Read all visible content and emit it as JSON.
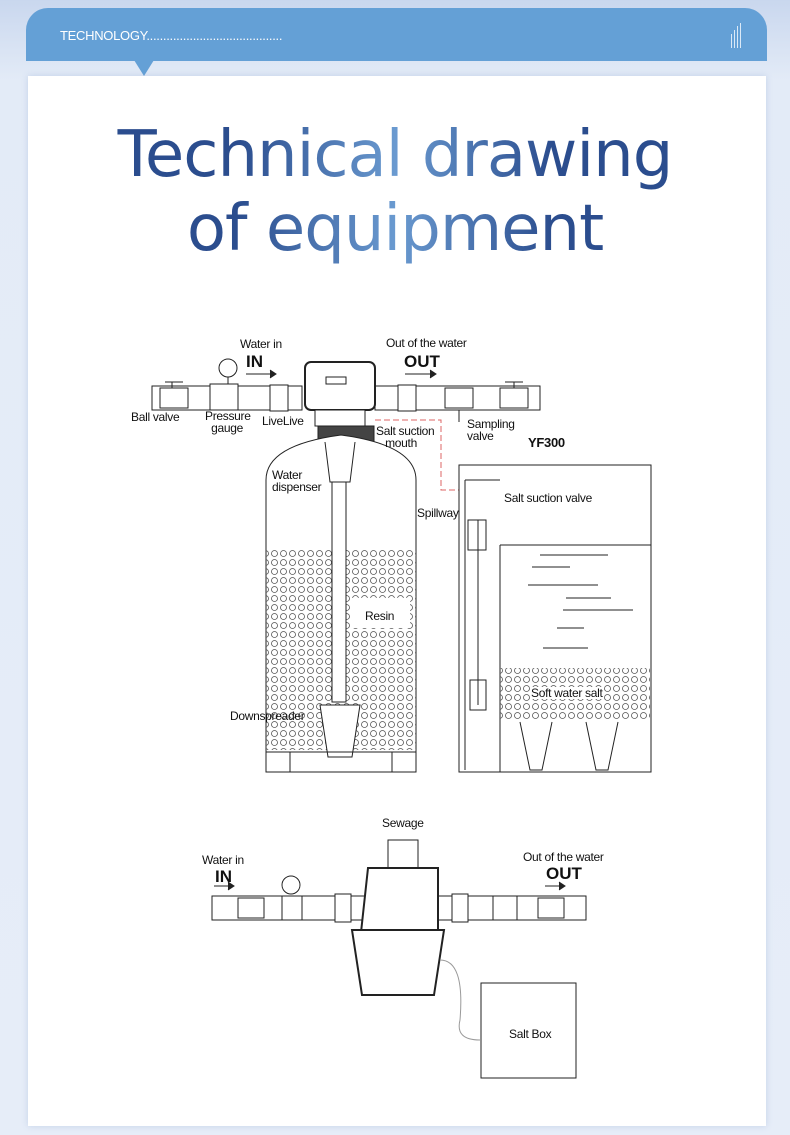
{
  "banner": {
    "label": "TECHNOLOGY",
    "dots": "........................................."
  },
  "title": {
    "line1": "Technical drawing",
    "line2": "of equipment"
  },
  "diagram1": {
    "water_in": "Water in",
    "in": "IN",
    "water_out": "Out of the water",
    "out": "OUT",
    "ball_valve": "Ball valve",
    "pressure_gauge_1": "Pressure",
    "pressure_gauge_2": "gauge",
    "live": "LiveLive",
    "salt_mouth_1": "Salt suction",
    "salt_mouth_2": "mouth",
    "sampling_1": "Sampling",
    "sampling_2": "valve",
    "model": "YF300",
    "water_dispenser_1": "Water",
    "water_dispenser_2": "dispenser",
    "salt_valve": "Salt suction valve",
    "spillway": "Spillway",
    "resin": "Resin",
    "soft_salt": "Soft water salt",
    "downspreader": "Downspreader"
  },
  "diagram2": {
    "sewage": "Sewage",
    "water_in": "Water in",
    "in": "IN",
    "water_out": "Out of the water",
    "out": "OUT",
    "salt_box": "Salt Box"
  }
}
